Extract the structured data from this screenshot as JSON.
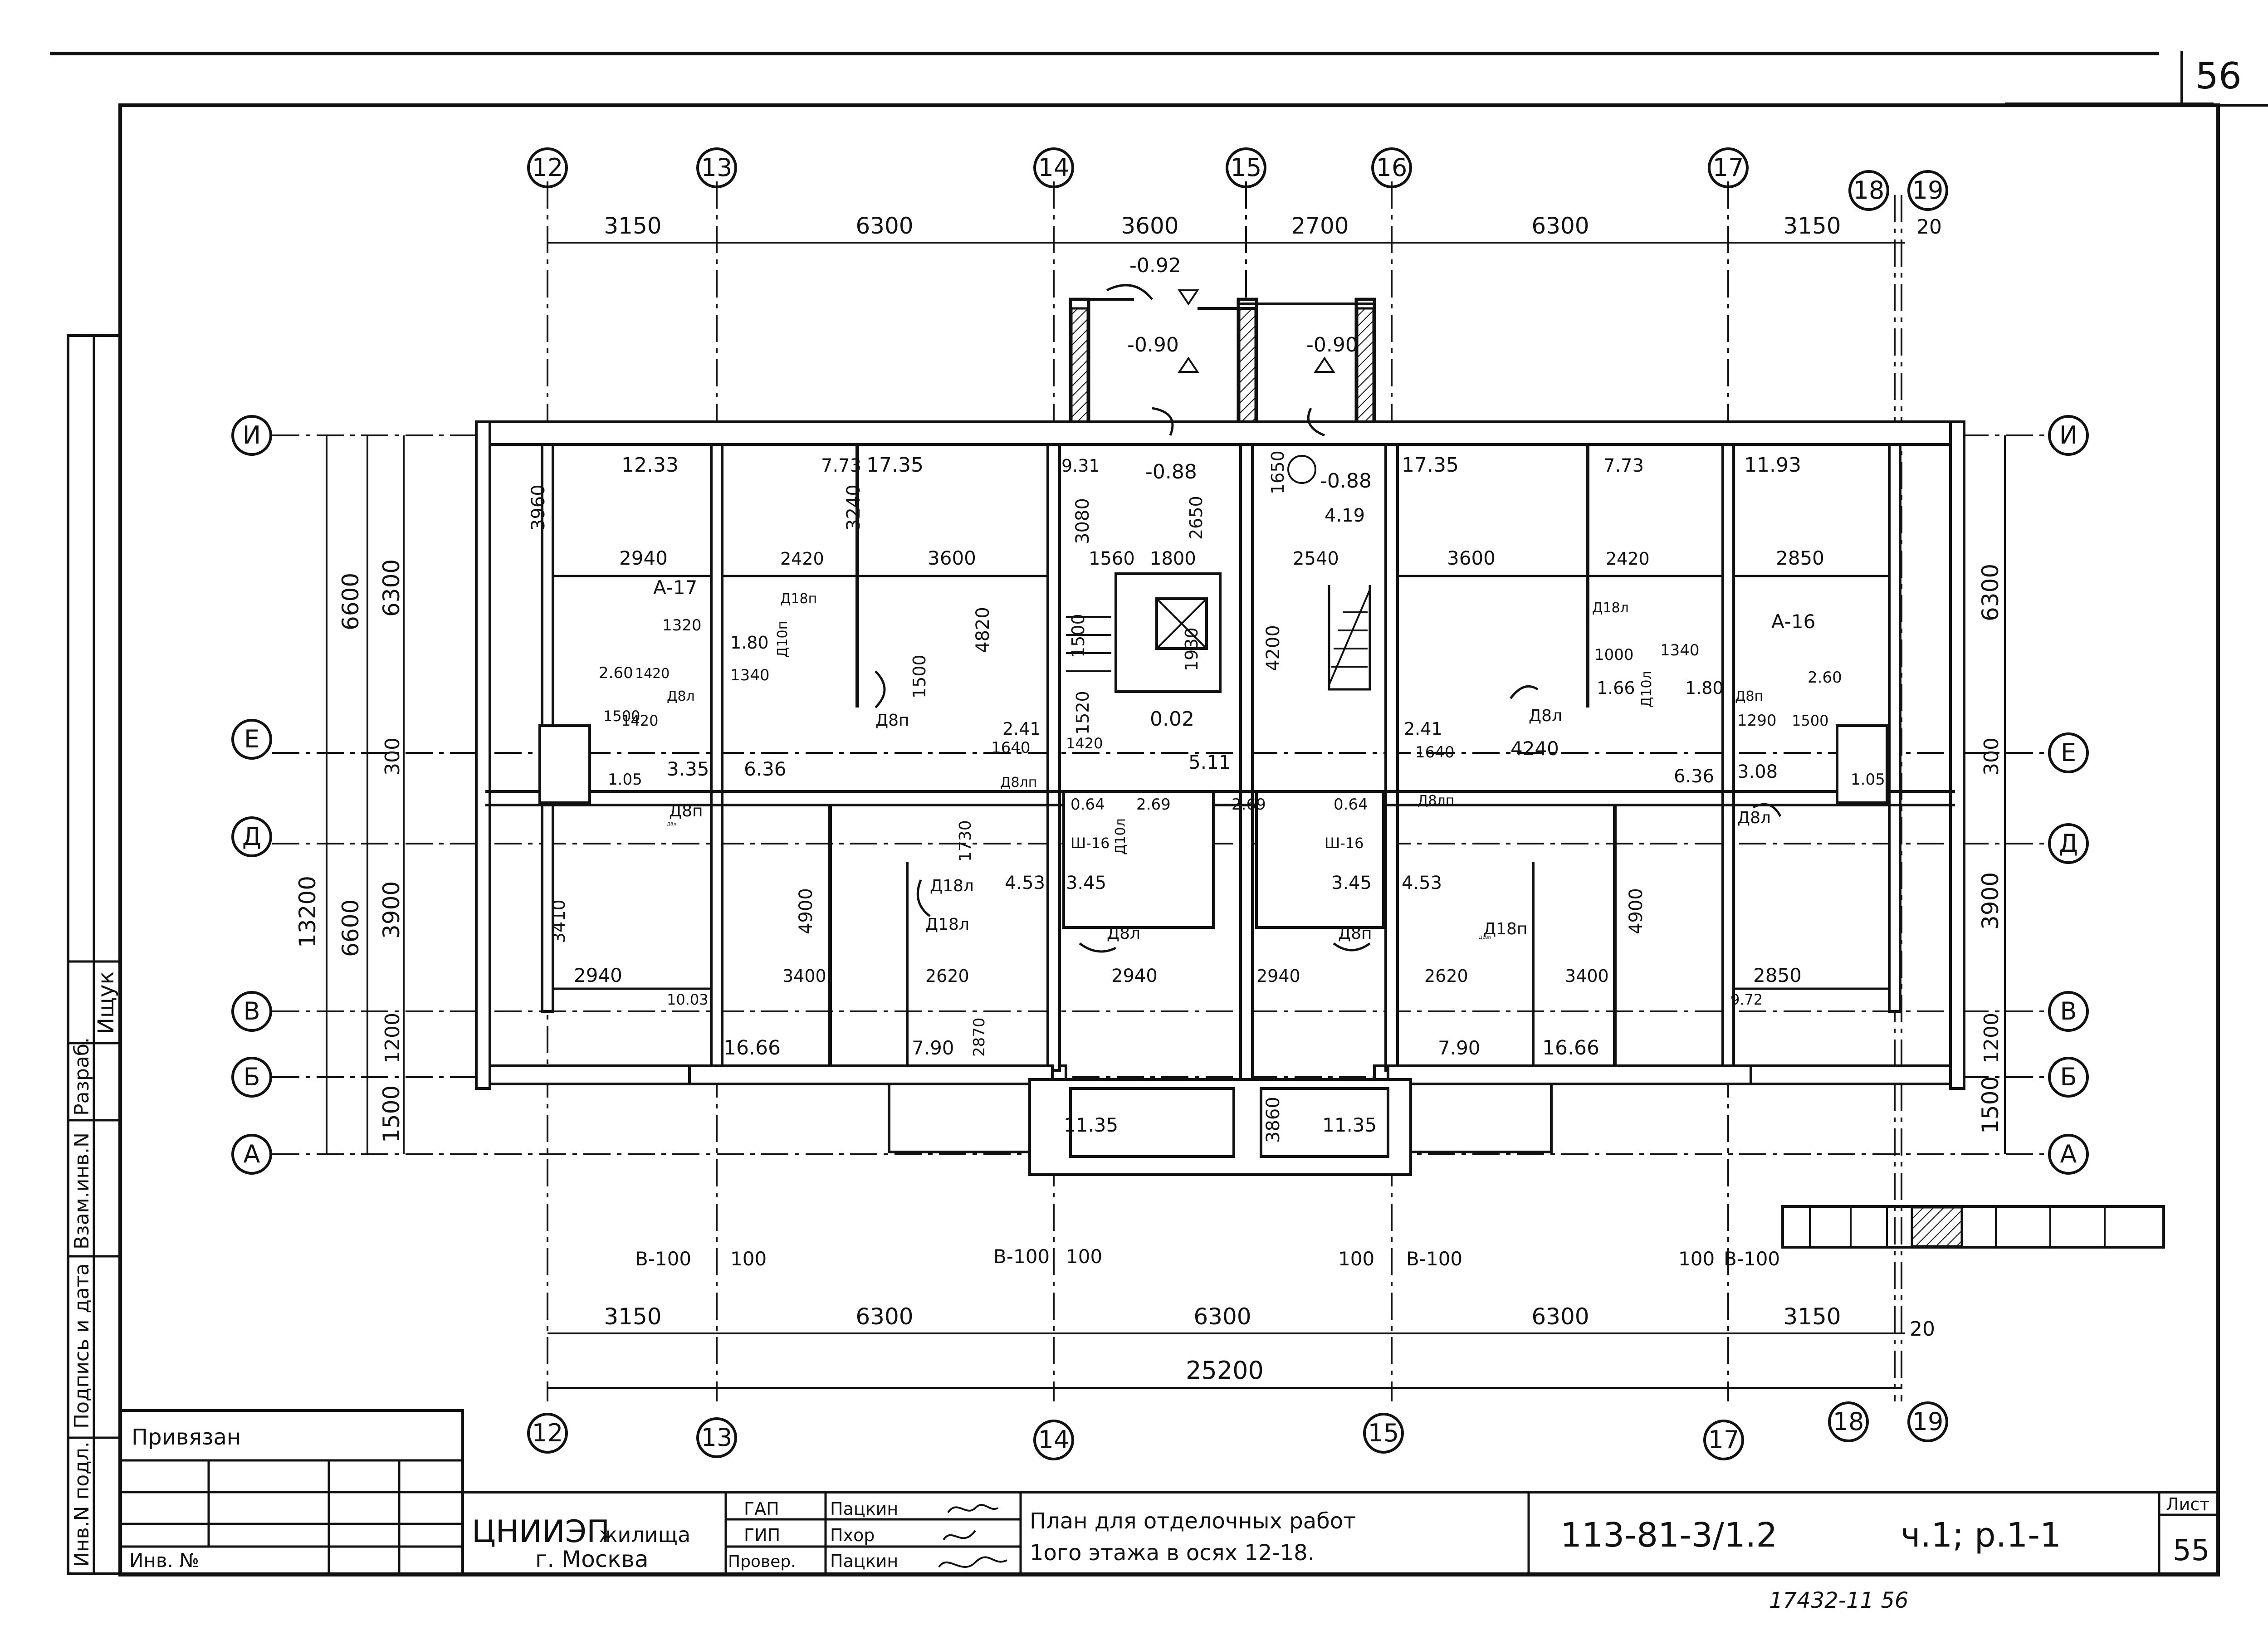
{
  "sheet": {
    "sheet_number": "56",
    "list_label": "Лист",
    "list_number": "55",
    "bottom_note": "17432-11 56",
    "side_labels": [
      "Инв.N подл.",
      "Подпись и дата",
      "Взам.инв.N",
      "Разраб.",
      "Ищук"
    ]
  },
  "axes_top": [
    "12",
    "13",
    "14",
    "15",
    "16",
    "17",
    "18",
    "19"
  ],
  "axes_bottom": [
    "12",
    "13",
    "14",
    "15",
    "17",
    "18",
    "19"
  ],
  "axes_left": [
    "И",
    "Е",
    "Д",
    "В",
    "Б",
    "А"
  ],
  "axes_right": [
    "И",
    "Е",
    "Д",
    "В",
    "Б",
    "А"
  ],
  "dims_top": [
    "3150",
    "6300",
    "3600",
    "2700",
    "6300",
    "3150",
    "20"
  ],
  "dims_bottom": [
    "3150",
    "6300",
    "6300",
    "6300",
    "3150",
    "20"
  ],
  "dim_total": "25200",
  "dims_left_outer": [
    "6600",
    "13200",
    "6600"
  ],
  "dims_left_inner": [
    "6300",
    "300",
    "3900",
    "1200",
    "1500"
  ],
  "dims_right": [
    "6300",
    "300",
    "3900",
    "1200",
    "1500"
  ],
  "binding_labels": [
    "В-100",
    "100",
    "В-100",
    "100",
    "100",
    "В-100",
    "100",
    "В-100"
  ],
  "levels": [
    "-0.92",
    "-0.90",
    "-0.90",
    "-0.88",
    "-0.88",
    "0.02",
    "4.19"
  ],
  "room_areas": [
    "12.33",
    "7.73",
    "17.35",
    "9.31",
    "17.35",
    "7.73",
    "11.93",
    "1.80",
    "1.66",
    "1.80",
    "2.60",
    "2.60",
    "3.35",
    "6.36",
    "2.41",
    "5.11",
    "2.41",
    "6.36",
    "3.08",
    "1.05",
    "1.05",
    "0.64",
    "2.69",
    "2.69",
    "0.64",
    "4.53",
    "3.45",
    "3.45",
    "4.53",
    "10.03",
    "9.72",
    "16.66",
    "7.90",
    "7.90",
    "16.66",
    "11.35",
    "11.35"
  ],
  "room_dims": [
    "3960",
    "3240",
    "4820",
    "3080",
    "2650",
    "1650",
    "2940",
    "2420",
    "3600",
    "1560",
    "1800",
    "2540",
    "3600",
    "2420",
    "2850",
    "1320",
    "1420",
    "1340",
    "1340",
    "1000",
    "1500",
    "1930",
    "4200",
    "1500",
    "1520",
    "1640",
    "4240",
    "1640",
    "1500",
    "1420",
    "3410",
    "4900",
    "1730",
    "4900",
    "2940",
    "3400",
    "2620",
    "2940",
    "2940",
    "2620",
    "3400",
    "2850",
    "2870",
    "3860",
    "1290",
    "1420",
    "1500"
  ],
  "door_marks": [
    "А-17",
    "А-16",
    "Д18п",
    "Д8п",
    "Д8л",
    "Д10п",
    "Д18л",
    "Д8л",
    "Д8п",
    "Д18п",
    "Д8л",
    "Д8п",
    "Д8л",
    "Д18л",
    "Д10л",
    "Д8лп",
    "Д8лп",
    "Ш-16",
    "Ш-16",
    "Д10л",
    "Д18л",
    "Д8л",
    "Д8п",
    "Д18п"
  ],
  "title_block": {
    "bound_label": "Привязан",
    "inv_label": "Инв. №",
    "org_name": "ЦНИИЭП",
    "org_suffix": "жилища",
    "org_city": "г. Москва",
    "roles": [
      "ГАП",
      "ГИП",
      "Провер."
    ],
    "names": [
      "Пацкин",
      "Пхор",
      "Пацкин"
    ],
    "title_line1": "План для отделочных работ",
    "title_line2": "1ого этажа в осях 12-18.",
    "code": "113-81-3/1.2",
    "part": "ч.1; р.1-1"
  }
}
